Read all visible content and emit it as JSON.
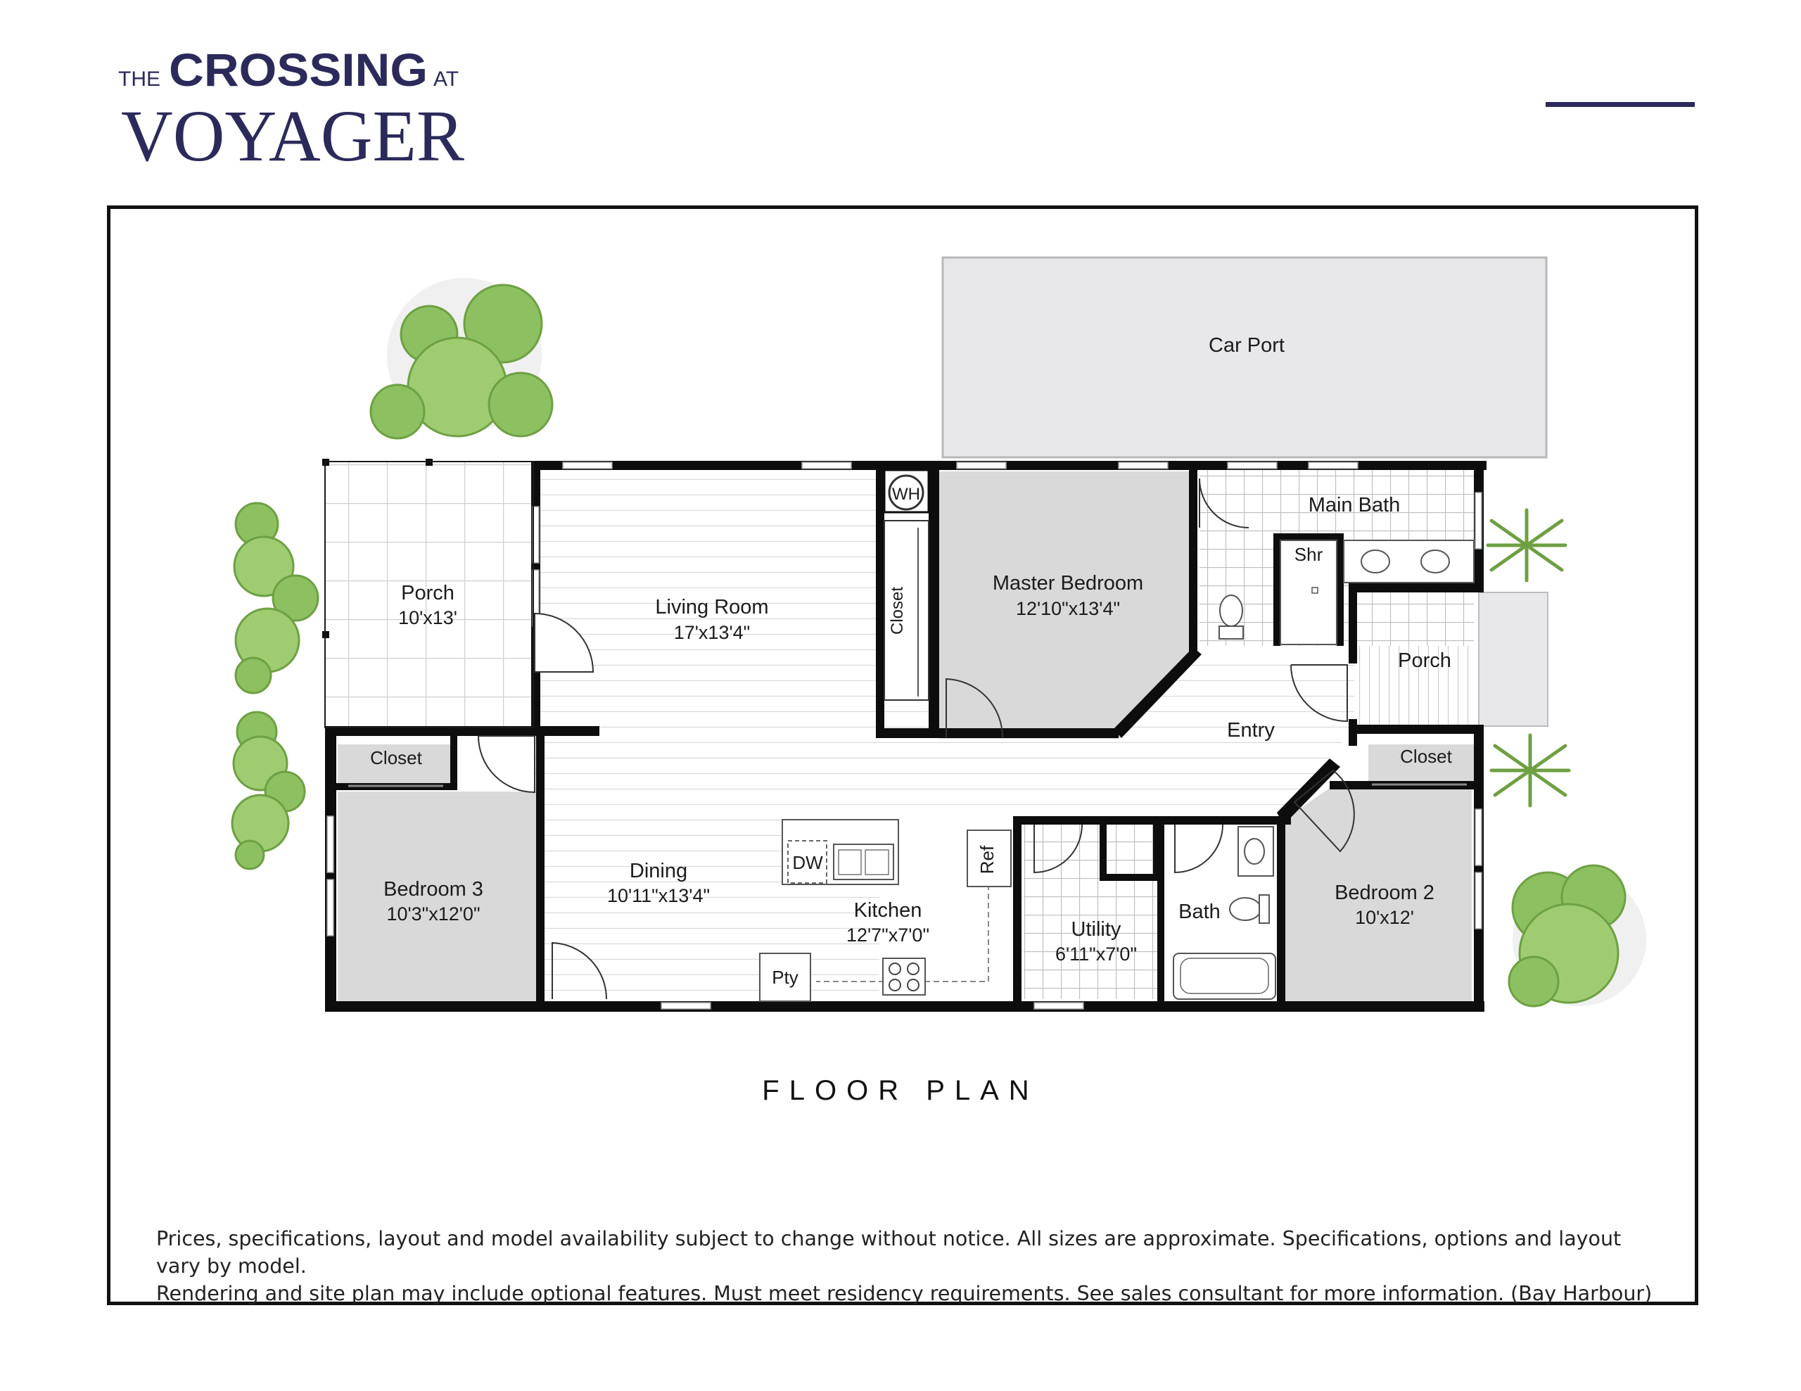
{
  "logo": {
    "the": "THE",
    "crossing": "CROSSING",
    "at": "AT",
    "voyager": "VOYAGER",
    "color": "#2c2a5a"
  },
  "plan": {
    "caption": "FLOOR PLAN",
    "rooms": {
      "car_port": "Car Port",
      "porch_left_name": "Porch",
      "porch_left_size": "10'x13'",
      "living_name": "Living Room",
      "living_size": "17'x13'4\"",
      "wh": "WH",
      "closet_vertical": "Closet",
      "master_name": "Master Bedroom",
      "master_size": "12'10\"x13'4\"",
      "main_bath": "Main Bath",
      "shr": "Shr",
      "porch_right": "Porch",
      "entry": "Entry",
      "closet_left": "Closet",
      "closet_right": "Closet",
      "bedroom3_name": "Bedroom 3",
      "bedroom3_size": "10'3\"x12'0\"",
      "dining_name": "Dining",
      "dining_size": "10'11\"x13'4\"",
      "dw": "DW",
      "ref": "Ref",
      "kitchen_name": "Kitchen",
      "kitchen_size": "12'7\"x7'0\"",
      "pty": "Pty",
      "utility_name": "Utility",
      "utility_size": "6'11\"x7'0\"",
      "bath": "Bath",
      "bedroom2_name": "Bedroom 2",
      "bedroom2_size": "10'x12'"
    },
    "colors": {
      "wall": "#0d0d0d",
      "room_gray": "#d9d9d9",
      "carport": "#e8e8ea",
      "tree_green": "#8cc060",
      "tree_dark": "#6ea043"
    }
  },
  "disclaimer": {
    "line1": "Prices, specifications, layout and model availability subject to change without notice. All sizes are approximate. Specifications, options and layout vary by model.",
    "line2": "Rendering and site plan may include optional features. Must meet residency requirements. See sales consultant for more information. (Bay Harbour)"
  }
}
